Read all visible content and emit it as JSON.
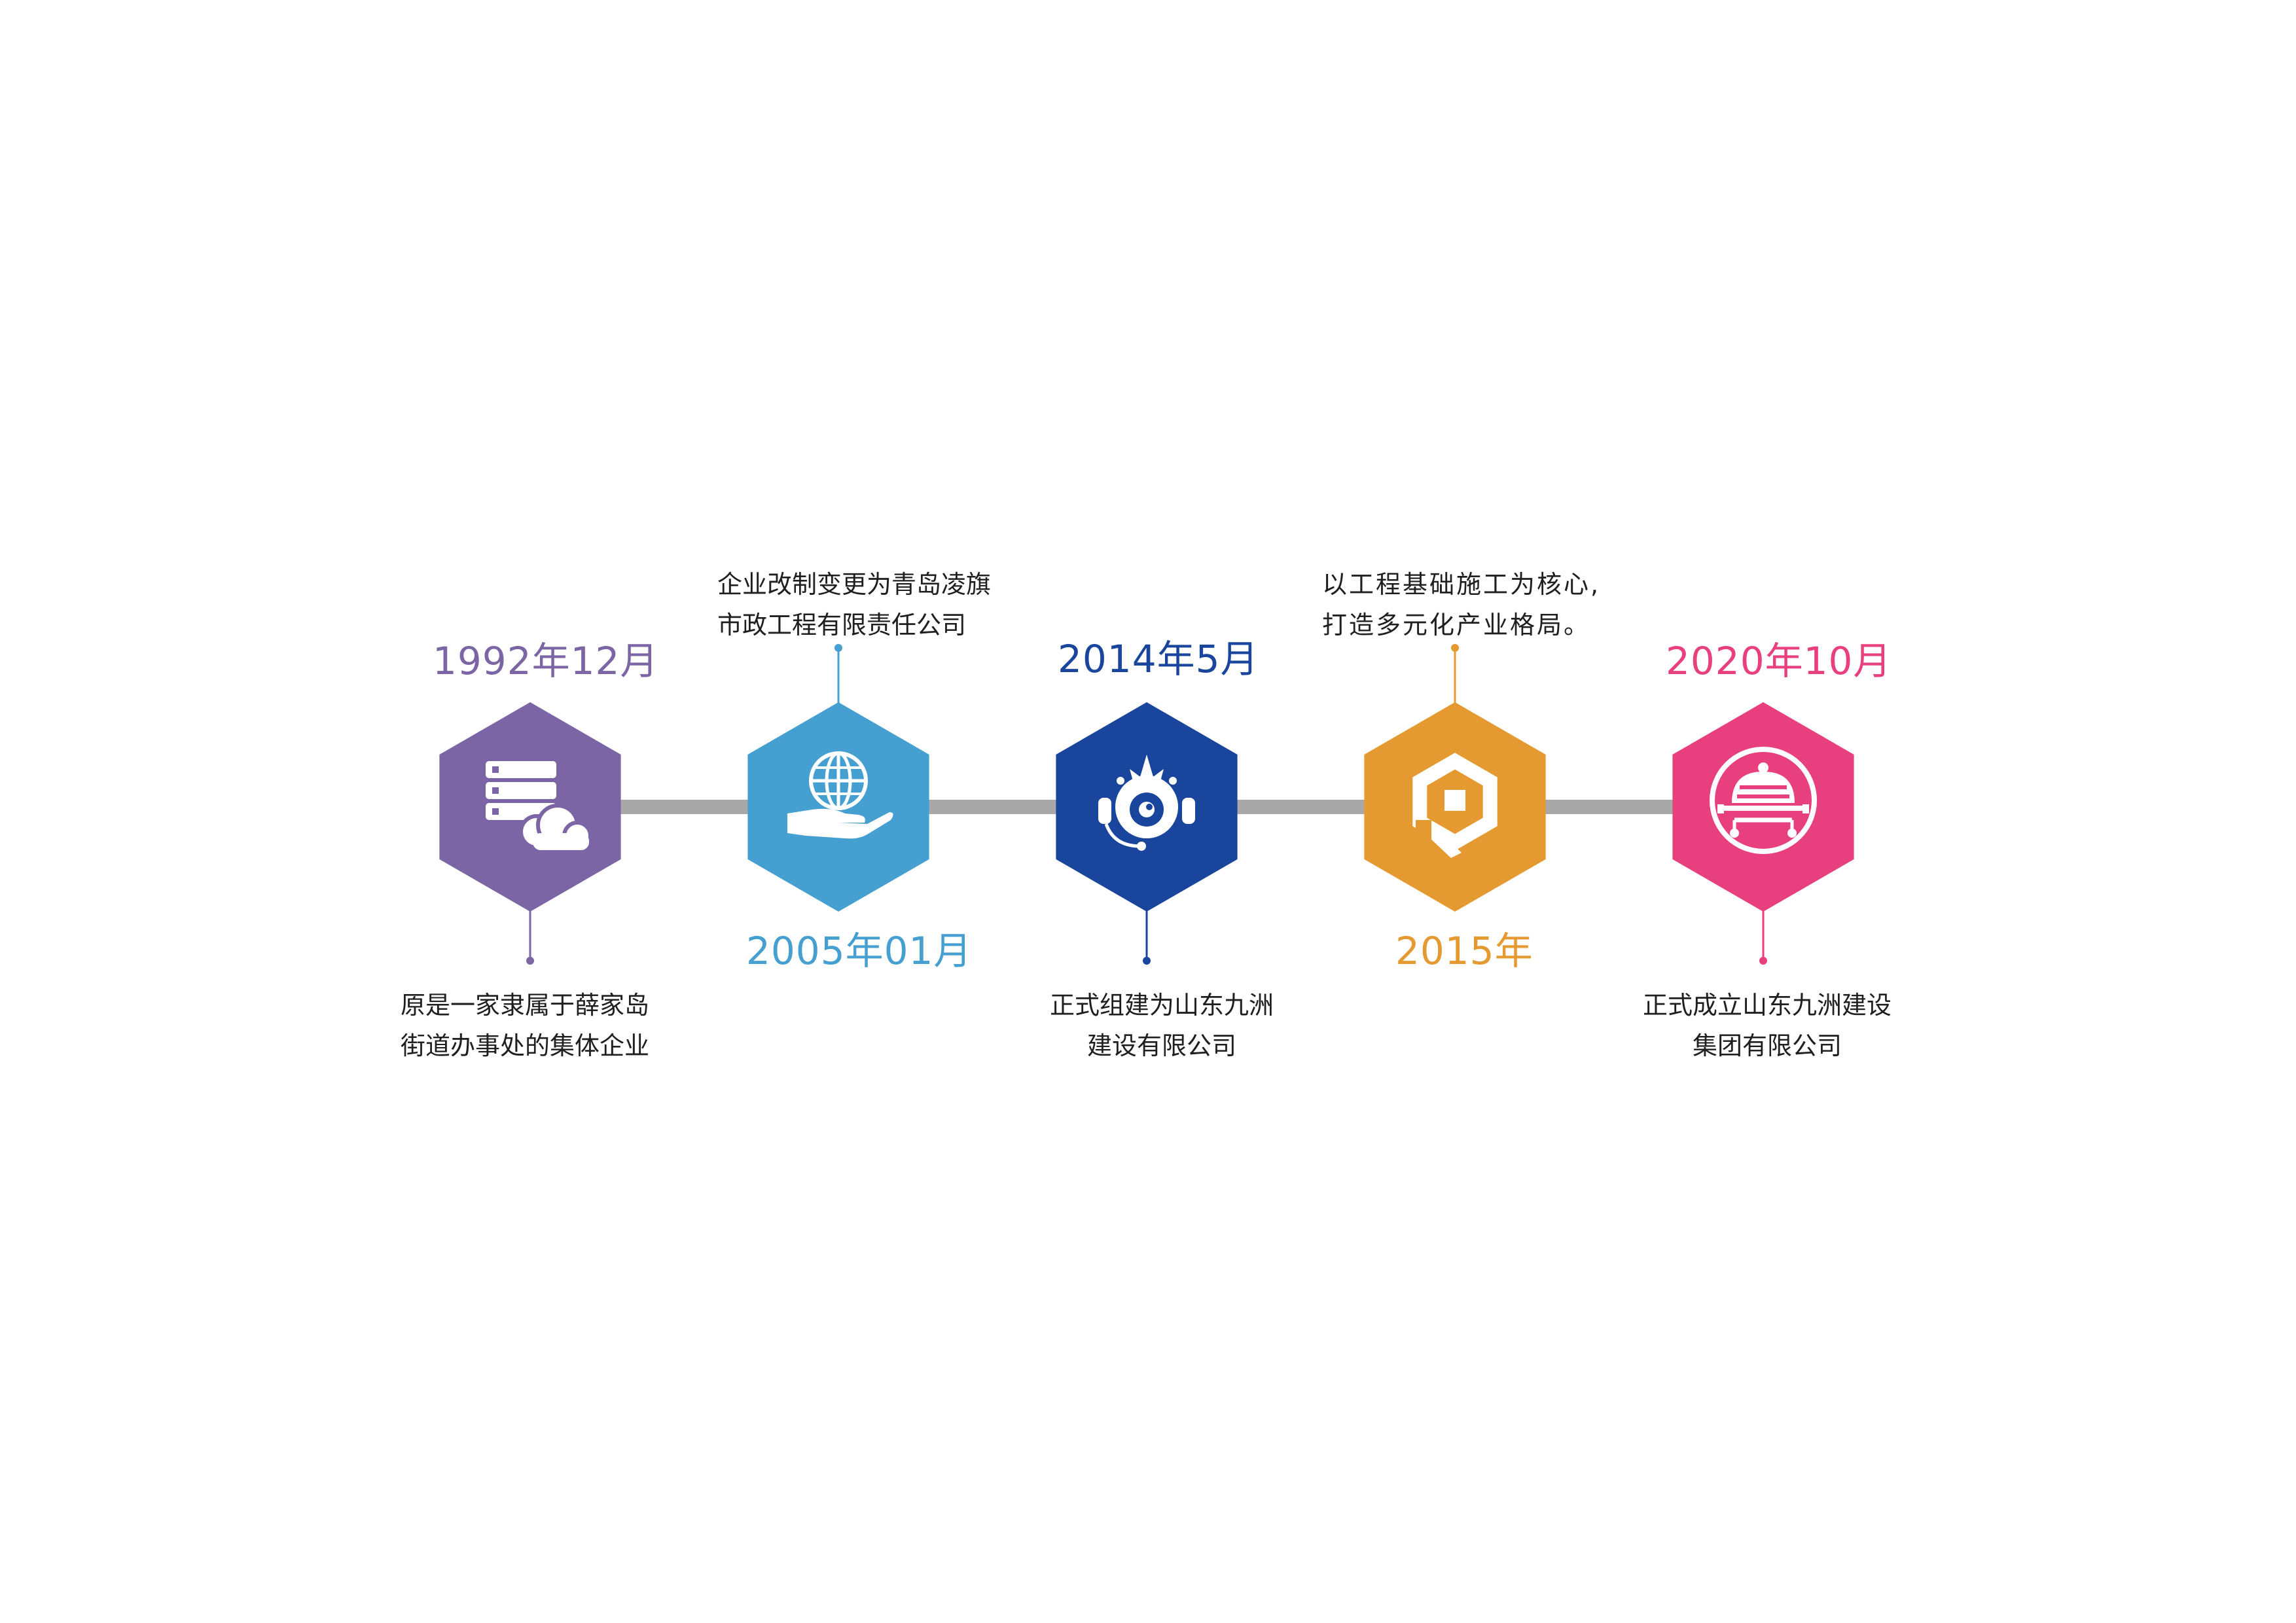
{
  "timeline": {
    "line_color": "#a8a8a8",
    "milestones": [
      {
        "date": "1992年12月",
        "description": [
          "原是一家隶属于薛家岛",
          "街道办事处的集体企业"
        ],
        "color": "#7b65a4",
        "icon": "server-cloud-icon"
      },
      {
        "date": "2005年01月",
        "description": [
          "企业改制变更为青岛凌旗",
          "市政工程有限责任公司"
        ],
        "color": "#45a0d1",
        "icon": "globe-in-hand-icon"
      },
      {
        "date": "2014年5月",
        "description": [
          "正式组建为山东九洲",
          "建设有限公司"
        ],
        "color": "#19469c",
        "icon": "robot-head-icon"
      },
      {
        "date": "2015年",
        "description": [
          "以工程基础施工为核心,",
          "打造多元化产业格局。"
        ],
        "color": "#e49a30",
        "icon": "hexagon-logo-icon"
      },
      {
        "date": "2020年10月",
        "description": [
          "正式成立山东九洲建设",
          "集团有限公司"
        ],
        "color": "#e83f7f",
        "icon": "service-dome-icon"
      }
    ]
  }
}
